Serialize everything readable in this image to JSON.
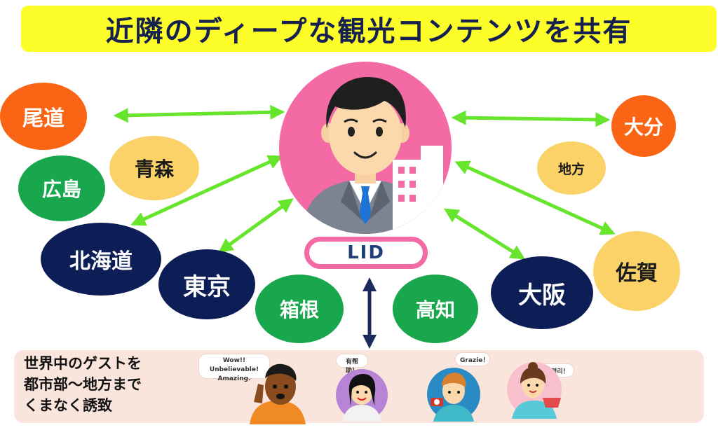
{
  "title": "近隣のディープな観光コンテンツを共有",
  "center": {
    "badge_label": "LID"
  },
  "regions": {
    "onomichi": "尾道",
    "aomori": "青森",
    "hiroshima": "広島",
    "hokkaido": "北海道",
    "tokyo": "東京",
    "hakone": "箱根",
    "kochi": "高知",
    "osaka": "大阪",
    "saga": "佐賀",
    "oita": "大分",
    "chiho": "地方"
  },
  "bottom": {
    "lines": [
      "世界中のゲストを",
      "都市部〜地方まで",
      "くまなく誘致"
    ],
    "bubbles": {
      "english_1": "Wow!! Unbelievable!",
      "english_2": "Amazing.",
      "chinese": "有帮助！",
      "italian": "Grazie！",
      "korean": "매우 편리！"
    }
  },
  "colors": {
    "title_bg": "#fdfd2a",
    "title_text": "#16214f",
    "arrow": "#66e52c",
    "center_circle": "#f36aa4",
    "orange": "#fa6515",
    "green": "#19a74e",
    "navy": "#0d1d56",
    "yellow": "#fad267",
    "band": "#fae5dc",
    "vertical_arrow": "#1c2a5e"
  }
}
